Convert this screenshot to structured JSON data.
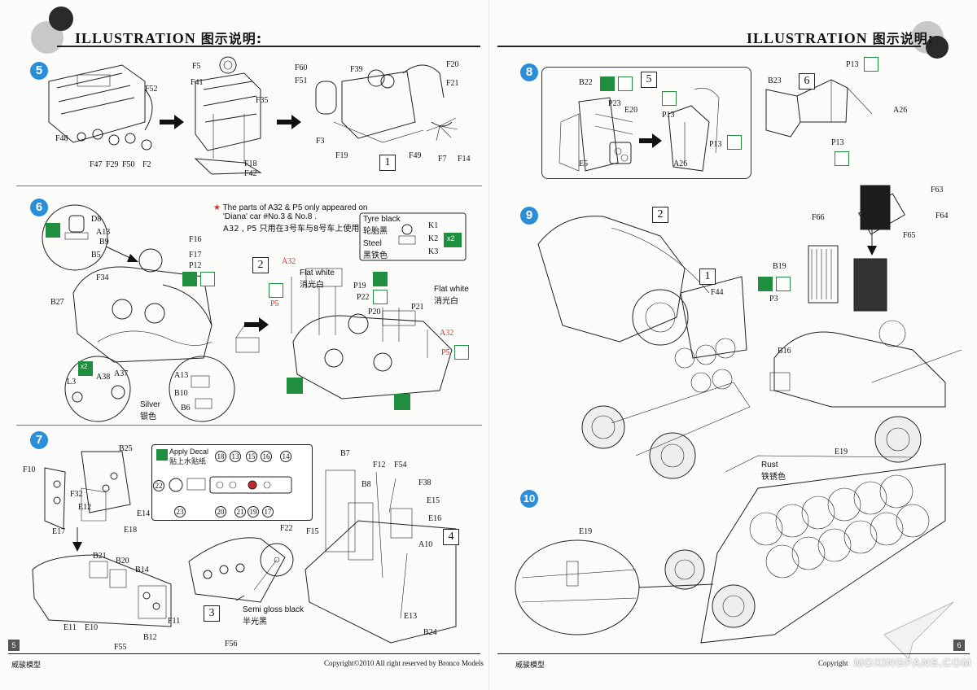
{
  "header": {
    "title": "ILLUSTRATION",
    "title_cn": "图示说明:"
  },
  "steps": {
    "s5": "5",
    "s6": "6",
    "s7": "7",
    "s8": "8",
    "s9": "9",
    "s10": "10"
  },
  "subassemblies": {
    "one": "1",
    "two": "2",
    "three": "3",
    "four": "4",
    "five": "5",
    "six": "6"
  },
  "step5_labels": {
    "F52": "F52",
    "F48": "F48",
    "F47": "F47",
    "F29": "F29",
    "F50": "F50",
    "F2": "F2",
    "F5": "F5",
    "F41": "F41",
    "F35": "F35",
    "F18": "F18",
    "F42": "F42",
    "F60": "F60",
    "F51": "F51",
    "F39": "F39",
    "F3": "F3",
    "F19": "F19",
    "F49": "F49",
    "F7": "F7",
    "F14": "F14",
    "F20": "F20",
    "F21": "F21"
  },
  "step6_labels": {
    "D8": "D8",
    "A13": "A13",
    "B9": "B9",
    "B5": "B5",
    "F16": "F16",
    "F17": "F17",
    "P12": "P12",
    "F34": "F34",
    "B27": "B27",
    "L3": "L3",
    "A38": "A38",
    "A37": "A37",
    "A13b": "A13",
    "B10": "B10",
    "B6": "B6",
    "A32": "A32",
    "P5": "P5",
    "P19": "P19",
    "P22": "P22",
    "P20": "P20",
    "P21": "P21",
    "A32b": "A32",
    "P5b": "P5",
    "K1": "K1",
    "K2": "K2",
    "K3": "K3"
  },
  "step6_notes": {
    "star_en1": "The parts of A32 & P5 only appeared on",
    "star_en2": "'Diana' car #No.3 & No.8 .",
    "star_cn": "A32 , P5 只用在3号车与8号车上使用",
    "tyre_en": "Tyre black",
    "tyre_cn": "轮胎黑",
    "steel_en": "Steel",
    "steel_cn": "黑铁色",
    "flat_white_en": "Flat white",
    "flat_white_cn": "消光白",
    "flat_white2_en": "Flat white",
    "flat_white2_cn": "消光白",
    "silver_en": "Silver",
    "silver_cn": "银色",
    "x2a": "x2",
    "x2b": "x2"
  },
  "step7_labels": {
    "F10": "F10",
    "B25": "B25",
    "F32": "F32",
    "E12": "E12",
    "E14": "E14",
    "E17": "E17",
    "E18": "E18",
    "B21": "B21",
    "B20": "B20",
    "B14": "B14",
    "E11": "E11",
    "E10": "E10",
    "F55": "F55",
    "B12": "B12",
    "F11": "F11",
    "F22": "F22",
    "F56": "F56",
    "B7": "B7",
    "F12": "F12",
    "F54": "F54",
    "F38": "F38",
    "B8": "B8",
    "E15": "E15",
    "E16": "E16",
    "A10": "A10",
    "F15": "F15",
    "E13": "E13",
    "B24": "B24"
  },
  "step7_notes": {
    "decal_en": "Apply Decal",
    "decal_cn": "贴上水贴纸",
    "semi_en": "Semi gloss black",
    "semi_cn": "半光黑"
  },
  "decal_numbers": [
    "18",
    "13",
    "15",
    "16",
    "14",
    "22",
    "20",
    "21",
    "19",
    "17",
    "23"
  ],
  "step8_labels": {
    "B22": "B22",
    "P23": "P23",
    "E20": "E20",
    "P13": "P13",
    "P13b": "P13",
    "E5": "E5",
    "A26": "A26",
    "B23": "B23",
    "P13c": "P13",
    "A26b": "A26",
    "P13d": "P13"
  },
  "step9_labels": {
    "F44": "F44",
    "F63": "F63",
    "F64": "F64",
    "F65": "F65",
    "F66": "F66",
    "B19": "B19",
    "P3": "P3",
    "B16": "B16"
  },
  "step10_labels": {
    "E19": "E19",
    "E19b": "E19"
  },
  "step10_notes": {
    "rust_en": "Rust",
    "rust_cn": "铁锈色"
  },
  "footer": {
    "left_brand": "威骏模型",
    "copyright": "Copyright©2010  All right reserved by Bronco Models",
    "right_brand": "威骏模型",
    "right_copyright": "Copyright",
    "page_left": "5",
    "page_right": "6",
    "watermark": "MOXINGFANS.COM"
  }
}
